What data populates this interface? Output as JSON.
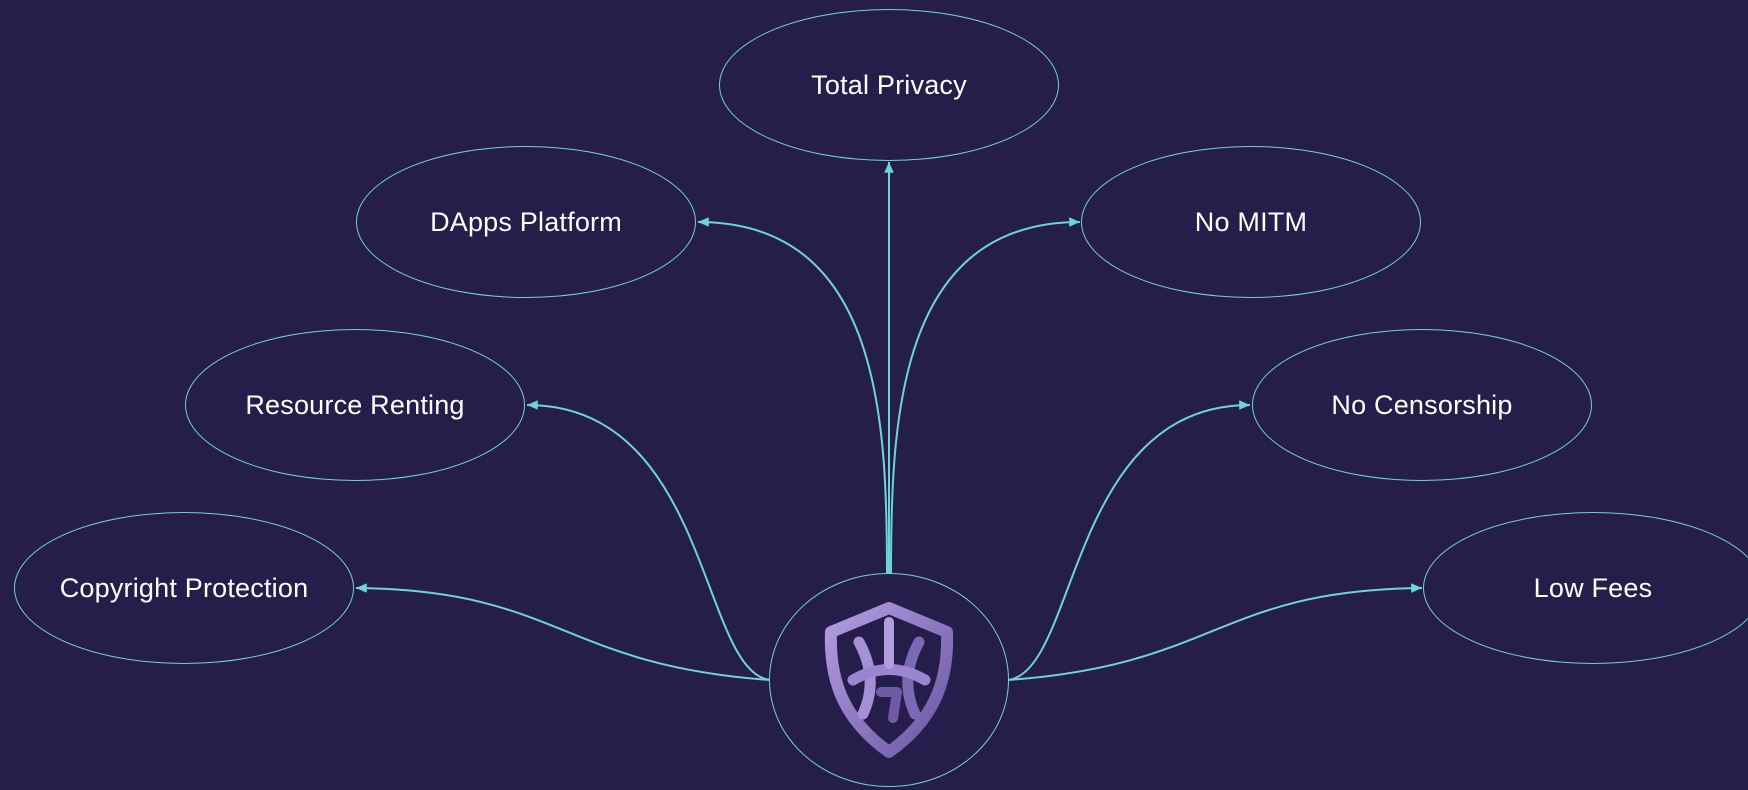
{
  "hub": {
    "icon": "shield-logo-icon",
    "colors": {
      "light": "#a58fd6",
      "dark": "#6f5aa8",
      "outline": "#6ed3db"
    }
  },
  "nodes": [
    {
      "id": "total-privacy",
      "label": "Total Privacy"
    },
    {
      "id": "dapps-platform",
      "label": "DApps Platform"
    },
    {
      "id": "no-mitm",
      "label": "No MITM"
    },
    {
      "id": "resource-renting",
      "label": "Resource Renting"
    },
    {
      "id": "no-censorship",
      "label": "No Censorship"
    },
    {
      "id": "copyright-protection",
      "label": "Copyright Protection"
    },
    {
      "id": "low-fees",
      "label": "Low Fees"
    }
  ],
  "colors": {
    "background": "#251e4a",
    "connector": "#6ed3db",
    "text": "#ffffff"
  }
}
